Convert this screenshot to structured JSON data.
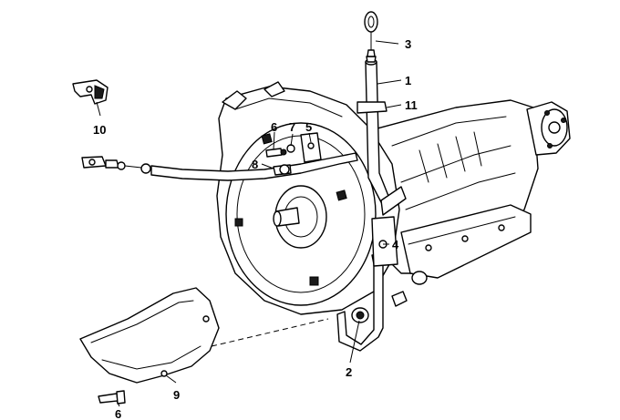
{
  "callouts": [
    {
      "id": "c1",
      "label": "1"
    },
    {
      "id": "c2",
      "label": "2"
    },
    {
      "id": "c3",
      "label": "3"
    },
    {
      "id": "c4",
      "label": "4"
    },
    {
      "id": "c5",
      "label": "5"
    },
    {
      "id": "c6a",
      "label": "6"
    },
    {
      "id": "c6b",
      "label": "6"
    },
    {
      "id": "c7",
      "label": "7"
    },
    {
      "id": "c8",
      "label": "8"
    },
    {
      "id": "c9",
      "label": "9"
    },
    {
      "id": "c10",
      "label": "10"
    },
    {
      "id": "c11",
      "label": "11"
    }
  ],
  "colors": {
    "line": "#000000",
    "background": "#ffffff"
  }
}
